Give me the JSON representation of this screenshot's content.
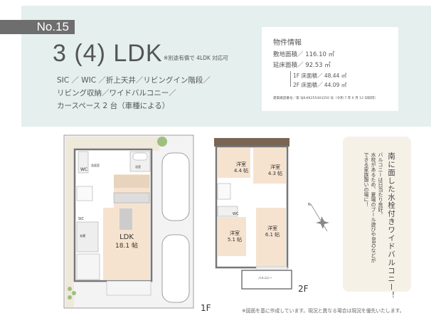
{
  "badge": "No.15",
  "title": "3 (4) LDK",
  "title_note": "※別途有償で 4LDK 対応可",
  "features": [
    "SIC ／ WIC ／折上天井／リビングイン階段／",
    "リビング収納／ワイドバルコニー／",
    "カースペース 2 台（車種による）"
  ],
  "info": {
    "heading": "物件情報",
    "site_area": "敷地面積／ 116.10 ㎡",
    "floor_area": "延床面積／ 92.53 ㎡",
    "floor1_area": "1F 床面積／ 48.44 ㎡",
    "floor2_area": "2F 床面積／ 44.09 ㎡",
    "registration": "建築確認番号／第 SJK-KK255403250 号（令和 7 年 6 月 12 日取得）"
  },
  "plan_1f": {
    "label": "1F",
    "rooms": {
      "wc": "WC",
      "washroom": "洗面室",
      "bath": "浴室",
      "sic": "SIC",
      "entrance": "玄関",
      "ldk": "LDK",
      "ldk_size": "18.1 帖"
    }
  },
  "plan_2f": {
    "label": "2F",
    "rooms": {
      "r1": "洋室",
      "r1_size": "4.4 帖",
      "r2": "洋室",
      "r2_size": "4.3 帖",
      "r3": "洋室",
      "r3_size": "5.1 帖",
      "r4": "洋室",
      "r4_size": "6.1 帖",
      "wc": "WC",
      "balcony": "バルコニー"
    }
  },
  "compass": "N",
  "callout": {
    "heading": "南に面した水栓付きワイドバルコニー！",
    "body": [
      "バルコニーは日当たり良好。",
      "水栓があるため、夏場のプール遊びやBBQなどが",
      "できる家族憩いの場に！"
    ]
  },
  "footnote": "※図面を基に作成しています。現況と異なる場合は現況を優先いたします。",
  "colors": {
    "header_bg": "#e4efee",
    "badge_bg": "#6e6e6e",
    "floor_wood": "#f6e3cf",
    "callout_bg": "#f6f1e7"
  }
}
